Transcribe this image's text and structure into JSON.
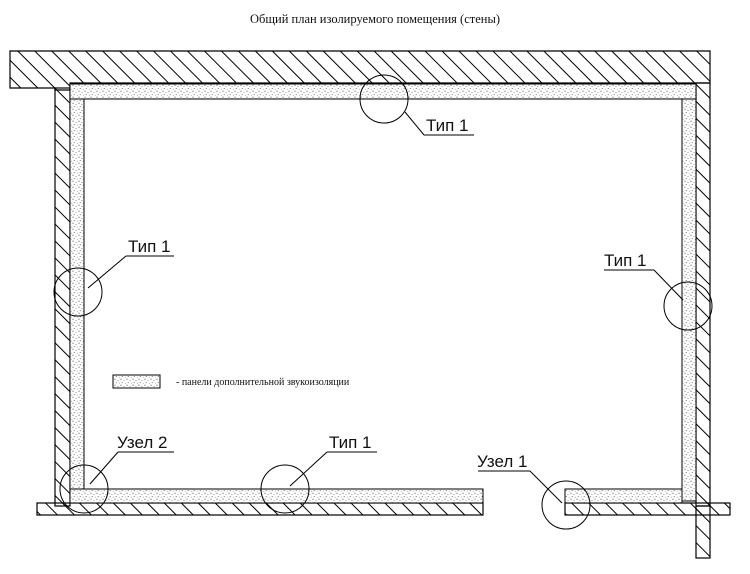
{
  "title": "Общий план изолируемого помещения (стены)",
  "legend": {
    "text": "- панели дополнительной звукоизоляции"
  },
  "callouts": [
    {
      "label": "Тип 1"
    },
    {
      "label": "Тип 1"
    },
    {
      "label": "Тип 1"
    },
    {
      "label": "Тип 1"
    },
    {
      "label": "Узел 2"
    },
    {
      "label": "Узел 1"
    }
  ],
  "colors": {
    "line": "#000000",
    "background": "#ffffff",
    "insulation_dots": "#555555"
  }
}
